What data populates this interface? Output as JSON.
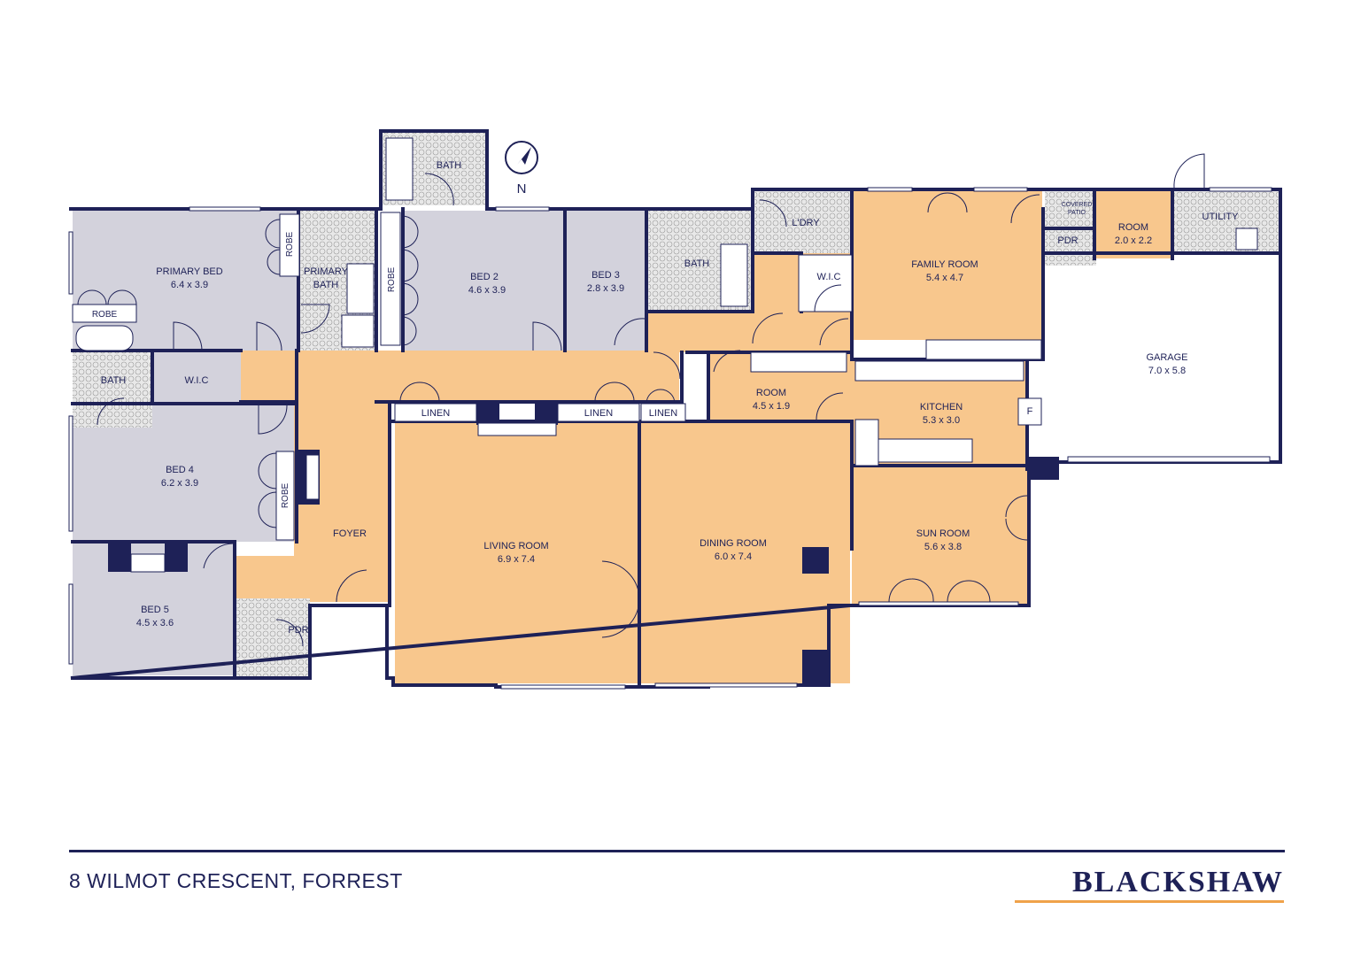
{
  "colors": {
    "wall": "#1e2157",
    "living": "#f8c78d",
    "bedroom": "#d3d2dc",
    "wet": "#e7e7e7",
    "brand_accent": "#f0a24a"
  },
  "compass": {
    "label": "N",
    "icon": "north-arrow-icon"
  },
  "rooms": {
    "primary_bed": {
      "name": "PRIMARY BED",
      "size": "6.4 x 3.9"
    },
    "robe_primary": {
      "name": "ROBE"
    },
    "robe_primary_side": {
      "name": "ROBE"
    },
    "primary_bath": {
      "name": "PRIMARY",
      "name2": "BATH"
    },
    "robe_bed2": {
      "name": "ROBE"
    },
    "bed2": {
      "name": "BED 2",
      "size": "4.6 x 3.9"
    },
    "bath_top": {
      "name": "BATH"
    },
    "bed3": {
      "name": "BED 3",
      "size": "2.8 x 3.9"
    },
    "bath_mid": {
      "name": "BATH"
    },
    "laundry": {
      "name": "L'DRY"
    },
    "wic_family": {
      "name": "W.I.C"
    },
    "family_room": {
      "name": "FAMILY ROOM",
      "size": "5.4 x 4.7"
    },
    "covered_patio": {
      "name": "COVERED",
      "name2": "PATIO"
    },
    "pdr_right": {
      "name": "PDR"
    },
    "room_small": {
      "name": "ROOM",
      "size": "2.0 x 2.2"
    },
    "utility": {
      "name": "UTILITY"
    },
    "garage": {
      "name": "GARAGE",
      "size": "7.0 x 5.8"
    },
    "bath_left": {
      "name": "BATH"
    },
    "wic_left": {
      "name": "W.I.C"
    },
    "bed4": {
      "name": "BED 4",
      "size": "6.2 x 3.9"
    },
    "robe_bed4": {
      "name": "ROBE"
    },
    "foyer": {
      "name": "FOYER"
    },
    "linen1": {
      "name": "LINEN"
    },
    "linen2": {
      "name": "LINEN"
    },
    "linen3": {
      "name": "LINEN"
    },
    "room_mid": {
      "name": "ROOM",
      "size": "4.5 x 1.9"
    },
    "kitchen": {
      "name": "KITCHEN",
      "size": "5.3 x 3.0"
    },
    "fridge": {
      "name": "F"
    },
    "living_room": {
      "name": "LIVING ROOM",
      "size": "6.9 x 7.4"
    },
    "dining_room": {
      "name": "DINING ROOM",
      "size": "6.0 x 7.4"
    },
    "sun_room": {
      "name": "SUN ROOM",
      "size": "5.6 x 3.8"
    },
    "bed5": {
      "name": "BED 5",
      "size": "4.5 x 3.6"
    },
    "pdr_left": {
      "name": "PDR"
    }
  },
  "footer": {
    "address": "8 WILMOT CRESCENT, FORREST",
    "brand": "BLACKSHAW"
  }
}
